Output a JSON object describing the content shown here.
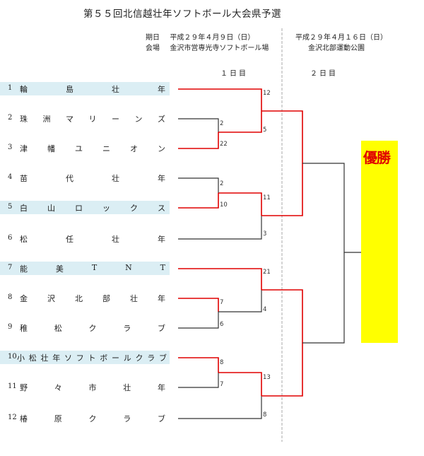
{
  "title": "第５５回北信越壮年ソフトボール大会県予選",
  "day1": {
    "date_label": "期日",
    "date": "平成２９年４月９日（日）",
    "venue_label": "会場",
    "venue": "金沢市営専光寺ソフトボール場",
    "round": "１日目"
  },
  "day2": {
    "date": "平成２９年４月１６日（日）",
    "venue": "金沢北部運動公園",
    "round": "２日目"
  },
  "winner_label": "優勝",
  "teams": [
    {
      "num": "1",
      "chars": [
        "輪",
        "島",
        "壮",
        "年"
      ],
      "highlight": true
    },
    {
      "num": "2",
      "chars": [
        "珠",
        "洲",
        "マ",
        "リ",
        "ー",
        "ン",
        "ズ"
      ],
      "highlight": false
    },
    {
      "num": "3",
      "chars": [
        "津",
        "幡",
        "ユ",
        "ニ",
        "オ",
        "ン"
      ],
      "highlight": false
    },
    {
      "num": "4",
      "chars": [
        "苗",
        "代",
        "壮",
        "年"
      ],
      "highlight": false
    },
    {
      "num": "5",
      "chars": [
        "白",
        "山",
        "ロ",
        "ッ",
        "ク",
        "ス"
      ],
      "highlight": true
    },
    {
      "num": "6",
      "chars": [
        "松",
        "任",
        "壮",
        "年"
      ],
      "highlight": false
    },
    {
      "num": "7",
      "chars": [
        "能",
        "美",
        "T",
        "N",
        "T"
      ],
      "highlight": true
    },
    {
      "num": "8",
      "chars": [
        "金",
        "沢",
        "北",
        "部",
        "壮",
        "年"
      ],
      "highlight": false
    },
    {
      "num": "9",
      "chars": [
        "稚",
        "松",
        "ク",
        "ラ",
        "ブ"
      ],
      "highlight": false
    },
    {
      "num": "10",
      "chars": [
        "小",
        "松",
        "壮",
        "年",
        "ソ",
        "フ",
        "ト",
        "ボ",
        "ー",
        "ル",
        "ク",
        "ラ",
        "ブ"
      ],
      "highlight": true
    },
    {
      "num": "11",
      "chars": [
        "野",
        "々",
        "市",
        "壮",
        "年"
      ],
      "highlight": false
    },
    {
      "num": "12",
      "chars": [
        "椿",
        "原",
        "ク",
        "ラ",
        "ブ"
      ],
      "highlight": false
    }
  ],
  "scores": {
    "m1_t2": "2",
    "m1_t3": "22",
    "m2_t4": "2",
    "m2_t5": "10",
    "m3_t8": "7",
    "m3_t9": "6",
    "m4_t10": "8",
    "m4_t11": "7",
    "q1_t1": "12",
    "q1_w": "5",
    "q2_w": "11",
    "q2_t6": "3",
    "q3_t7": "21",
    "q3_w": "4",
    "q4_w": "13",
    "q4_t12": "8"
  }
}
